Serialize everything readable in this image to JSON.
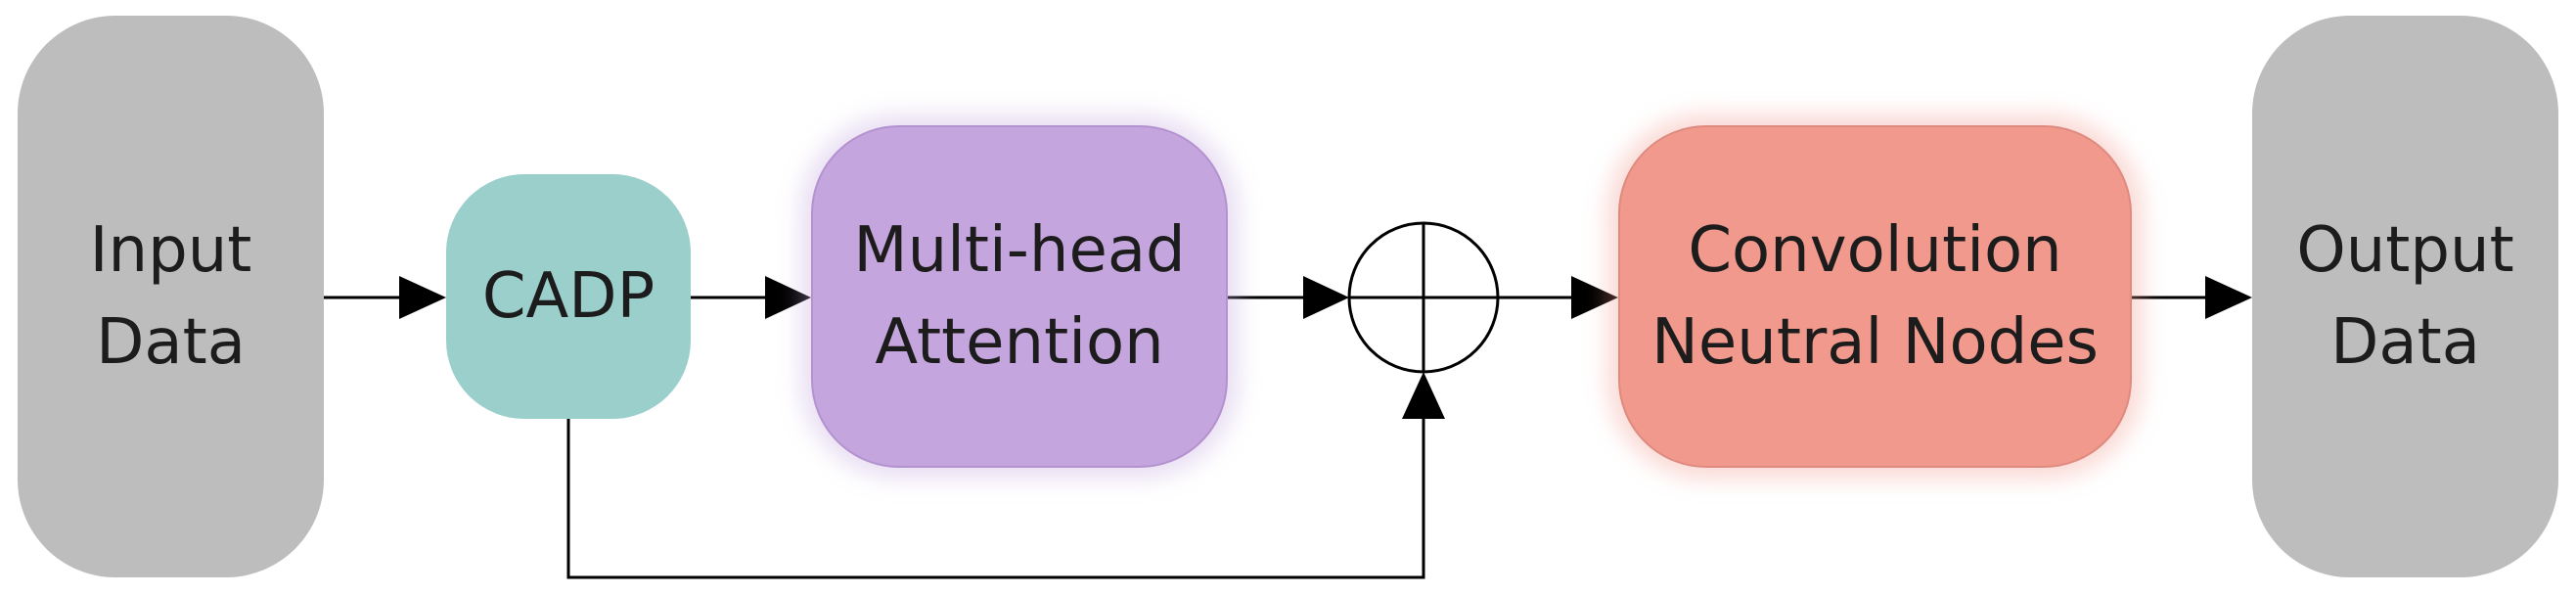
{
  "diagram": {
    "nodes": {
      "input": {
        "lines": [
          "Input",
          "Data"
        ]
      },
      "cadp": {
        "lines": [
          "CADP"
        ]
      },
      "attention": {
        "lines": [
          "Multi-head",
          "Attention"
        ]
      },
      "adder": {
        "symbol": "circle-plus"
      },
      "conv": {
        "lines": [
          "Convolution",
          "Neutral Nodes"
        ]
      },
      "output": {
        "lines": [
          "Output",
          "Data"
        ]
      }
    },
    "edges": [
      {
        "from": "input",
        "to": "cadp"
      },
      {
        "from": "cadp",
        "to": "attention"
      },
      {
        "from": "attention",
        "to": "adder"
      },
      {
        "from": "cadp",
        "to": "adder",
        "type": "skip-connection"
      },
      {
        "from": "adder",
        "to": "conv"
      },
      {
        "from": "conv",
        "to": "output"
      }
    ],
    "colors": {
      "io": "#bdbdbd",
      "cadp": "#9bcfcc",
      "attention": "#c4a5dd",
      "conv": "#f0998c",
      "arrow": "#000000"
    }
  }
}
